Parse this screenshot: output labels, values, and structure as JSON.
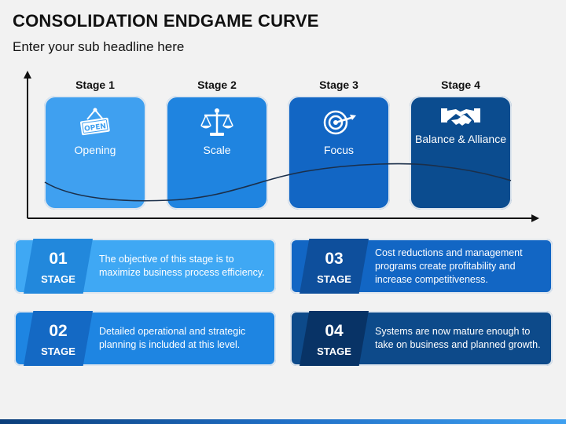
{
  "title": "CONSOLIDATION ENDGAME CURVE",
  "subtitle": "Enter your sub headline here",
  "stages": [
    {
      "label": "Stage 1",
      "name": "Opening",
      "icon": "open-sign-icon",
      "color": "#3fa0f0"
    },
    {
      "label": "Stage 2",
      "name": "Scale",
      "icon": "balance-scale-icon",
      "color": "#1f84e0"
    },
    {
      "label": "Stage 3",
      "name": "Focus",
      "icon": "target-icon",
      "color": "#1266c4"
    },
    {
      "label": "Stage 4",
      "name": "Balance & Alliance",
      "icon": "handshake-icon",
      "color": "#0b4c8f"
    }
  ],
  "open_sign_text": "OPEN",
  "details": [
    {
      "number": "01",
      "stage_word": "STAGE",
      "text": "The objective of this stage is to maximize business process efficiency.",
      "box_color": "#3fa8f4",
      "tab_color": "#2288dc"
    },
    {
      "number": "02",
      "stage_word": "STAGE",
      "text": "Detailed operational and strategic planning is included at this level.",
      "box_color": "#1e85e2",
      "tab_color": "#1469c4"
    },
    {
      "number": "03",
      "stage_word": "STAGE",
      "text": "Cost reductions and management programs create profitability and increase competitiveness.",
      "box_color": "#1266c4",
      "tab_color": "#0e4f9c"
    },
    {
      "number": "04",
      "stage_word": "STAGE",
      "text": "Systems are now mature enough to take on business and planned growth.",
      "box_color": "#0d4a8a",
      "tab_color": "#083366"
    }
  ]
}
